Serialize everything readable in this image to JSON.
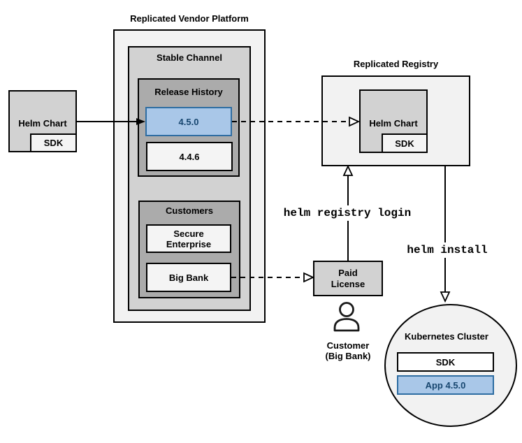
{
  "platform": {
    "title": "Replicated Vendor Platform",
    "stable_channel": {
      "title": "Stable Channel",
      "release_history": {
        "title": "Release History",
        "releases": [
          {
            "version": "4.5.0",
            "highlighted": true
          },
          {
            "version": "4.4.6",
            "highlighted": false
          }
        ]
      },
      "customers": {
        "title": "Customers",
        "items": [
          "Secure Enterprise",
          "Big Bank"
        ]
      }
    }
  },
  "source": {
    "helm_chart_label": "Helm Chart",
    "sdk_label": "SDK"
  },
  "registry": {
    "title": "Replicated Registry",
    "helm_chart_label": "Helm Chart",
    "sdk_label": "SDK"
  },
  "license": {
    "label": "Paid License"
  },
  "customer": {
    "line1": "Customer",
    "line2": "(Big Bank)",
    "icon": "person-icon"
  },
  "cluster": {
    "title": "Kubernetes Cluster",
    "sdk_label": "SDK",
    "app_label": "App 4.5.0"
  },
  "commands": {
    "registry_login": "helm registry login",
    "install": "helm install"
  },
  "colors": {
    "highlight_fill": "#a9c7e8",
    "highlight_border": "#2e6da2",
    "highlight_text": "#17466f",
    "container_light": "#f2f2f2",
    "container_mid": "#d2d2d2",
    "container_dark": "#ababab",
    "inner_box": "#f4f4f4",
    "line": "#000000"
  }
}
